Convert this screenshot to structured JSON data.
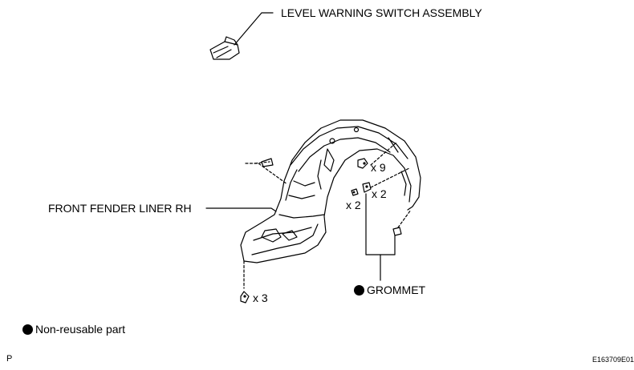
{
  "labels": {
    "level_switch": "LEVEL WARNING SWITCH ASSEMBLY",
    "fender_liner": "FRONT FENDER LINER RH",
    "grommet": "GROMMET",
    "qty_x9": "x 9",
    "qty_x2_right": "x 2",
    "qty_x2_left": "x 2",
    "qty_x3": "x 3"
  },
  "legend": {
    "non_reusable": "Non-reusable part"
  },
  "corner": {
    "left": "P",
    "right": "E163709E01"
  },
  "icons": [
    "non-reusable-dot-icon"
  ]
}
